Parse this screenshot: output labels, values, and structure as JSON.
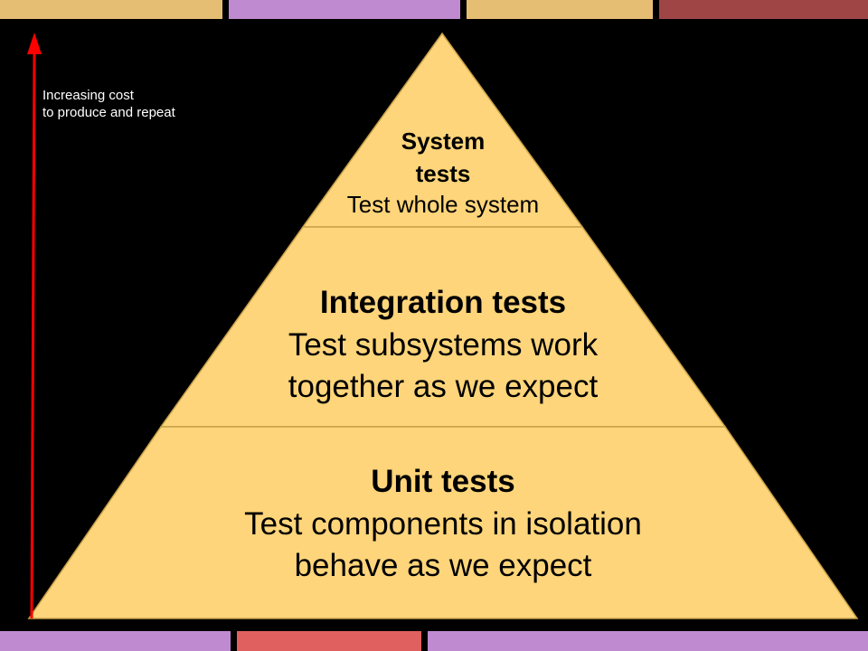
{
  "colors": {
    "background": "#000000",
    "pyramid_fill": "#fed57a",
    "pyramid_stroke": "#c8a14a",
    "arrow": "#ff0000",
    "bar_gold": "#e6be73",
    "bar_purple": "#c08ad0",
    "bar_darkred": "#a04545",
    "bar_red": "#e06060"
  },
  "axis": {
    "label_line1": "Increasing cost",
    "label_line2": "to produce and repeat"
  },
  "pyramid": {
    "tiers": [
      {
        "title_line1": "System",
        "title_line2": "tests",
        "desc": "Test whole system"
      },
      {
        "title": "Integration tests",
        "desc_line1": "Test subsystems work",
        "desc_line2": "together as we expect"
      },
      {
        "title": "Unit tests",
        "desc_line1": "Test components in isolation",
        "desc_line2": "behave as we expect"
      }
    ]
  }
}
